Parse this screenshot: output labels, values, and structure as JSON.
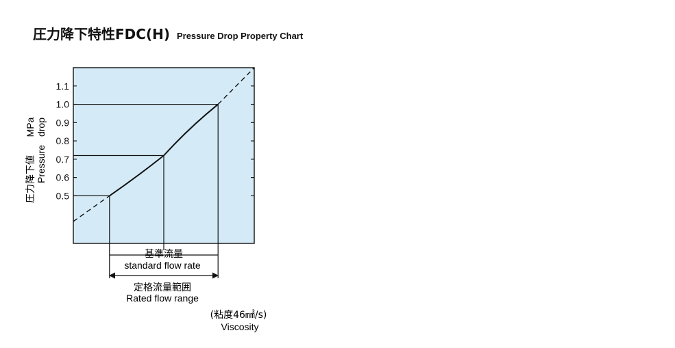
{
  "title": {
    "main": "圧力降下特性FDC(H)",
    "sub": "Pressure Drop Property Chart"
  },
  "chart_data": {
    "type": "line",
    "title": "圧力降下特性FDC(H) Pressure Drop Property Chart",
    "ylabel_jp": "圧力降下値",
    "ylabel_unit": "MPa",
    "ylabel_en_1": "Pressure",
    "ylabel_en_2": "drop",
    "yticks": [
      "1.1",
      "1.0",
      "0.9",
      "0.8",
      "0.7",
      "0.6",
      "0.5"
    ],
    "ylim": [
      0.24,
      1.2
    ],
    "series": [
      {
        "style": "solid",
        "x": [
          0.2,
          0.5,
          0.8
        ],
        "y": [
          0.5,
          0.72,
          1.0
        ]
      },
      {
        "style": "dashed",
        "x": [
          0.0,
          0.2
        ],
        "y": [
          0.36,
          0.5
        ]
      },
      {
        "style": "dashed",
        "x": [
          0.8,
          1.0
        ],
        "y": [
          1.0,
          1.2
        ]
      }
    ],
    "markers": [
      {
        "x": 0.2,
        "y": 0.5
      },
      {
        "x": 0.5,
        "y": 0.72
      },
      {
        "x": 0.8,
        "y": 1.0
      }
    ],
    "annotations": {
      "standard_jp": "基準流量",
      "standard_en": "standard flow rate",
      "rated_jp": "定格流量範囲",
      "rated_en": "Rated flow range",
      "viscosity_jp": "(粘度46㎟/s)",
      "viscosity_en": "Viscosity"
    },
    "colors": {
      "plot_bg": "#d4ebf7",
      "line": "#111111"
    },
    "grid": false
  }
}
